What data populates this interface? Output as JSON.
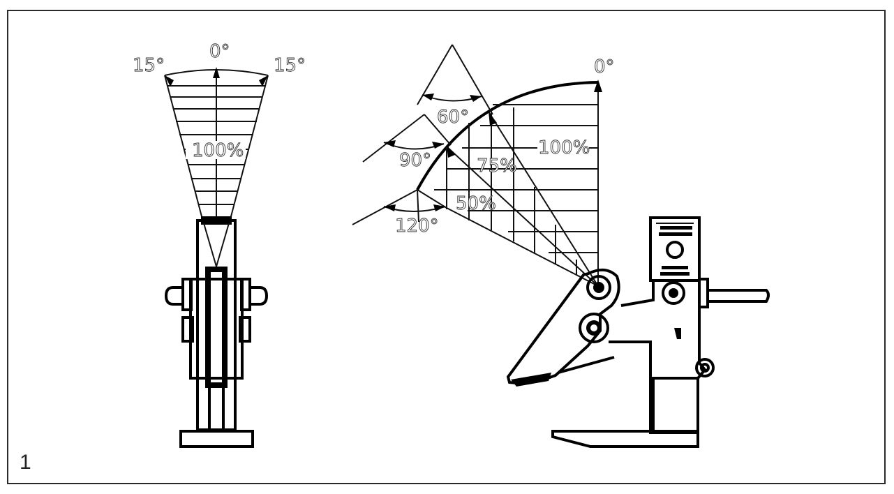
{
  "figure_number": "1",
  "front_view": {
    "angle_left": "15°",
    "angle_center": "0°",
    "angle_right": "15°",
    "capacity": "100%"
  },
  "side_view": {
    "angle_top": "0°",
    "angle_60": "60°",
    "angle_90": "90°",
    "angle_120": "120°",
    "capacity_100": "100%",
    "capacity_75": "75%",
    "capacity_50": "50%"
  }
}
